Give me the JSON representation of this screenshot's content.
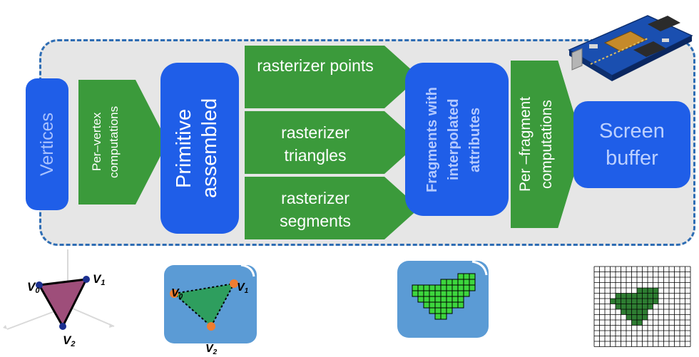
{
  "stages": {
    "vertices": "Vertices",
    "per_vertex": "Per–vertex computations",
    "primitive": "Primitive assembled",
    "rast_points": "rasterizer points",
    "rast_triangles": "rasterizer triangles",
    "rast_segments": "rasterizer segments",
    "fragments": "Fragments with interpolated attributes",
    "per_fragment": "Per –fragment computations",
    "screen": "Screen buffer"
  },
  "labels": {
    "v0": "V0",
    "v1": "V1",
    "v2": "V2",
    "v0_sub": "0",
    "v1_sub": "1",
    "v2_sub": "2",
    "v_letter": "V"
  },
  "colors": {
    "stage_blue": "#1f5ee8",
    "arrow_green": "#3b9a3b",
    "panel_gray": "#e6e6e6",
    "panel_border": "#2e6db4",
    "triangle_purple": "#9e4e7a",
    "triangle_green": "#2e9e5e",
    "tile_blue": "#5b9bd5",
    "fragment_green": "#3dd63d",
    "grid_fill_green": "#2e7d32",
    "vertex_orange": "#ee7d31"
  },
  "icons": [
    "graphics-card-image",
    "triangle-vertices-icon",
    "assembled-triangle-icon",
    "fragments-icon",
    "screen-grid-icon"
  ]
}
